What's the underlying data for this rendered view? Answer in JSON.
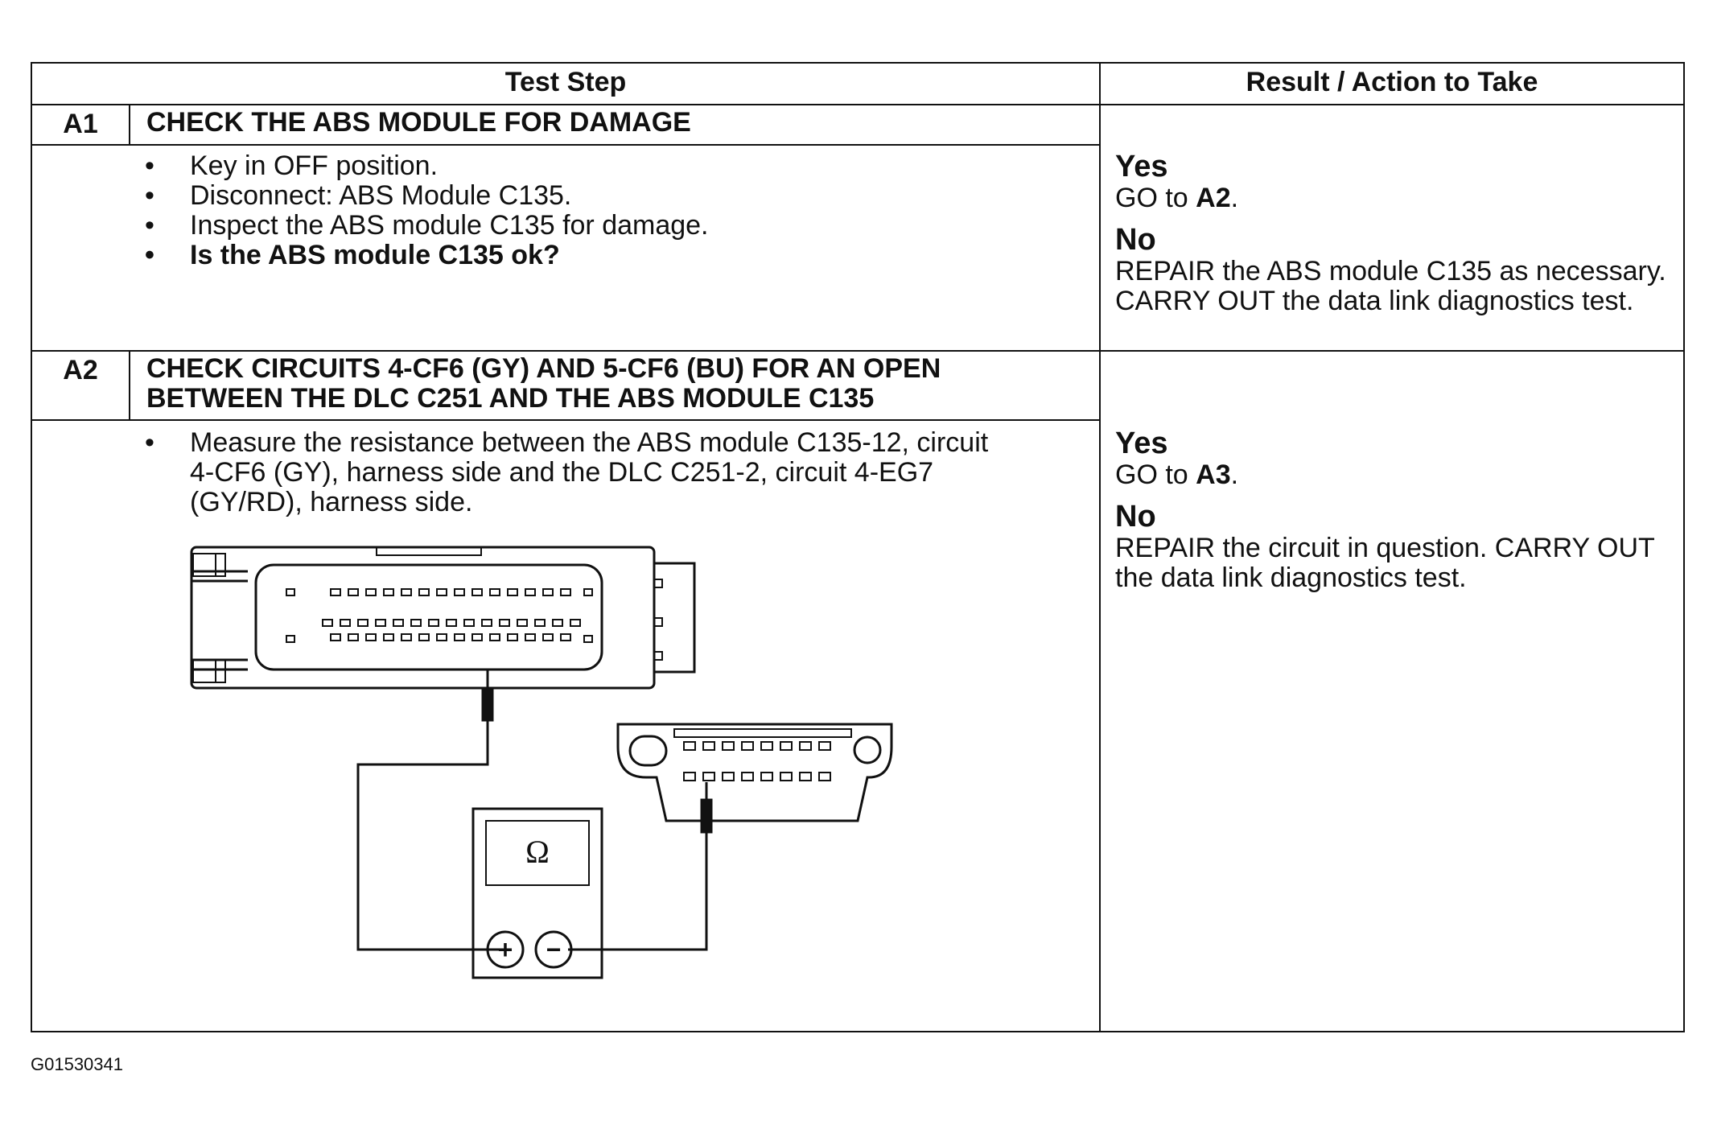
{
  "table": {
    "header": {
      "test_step": "Test Step",
      "result_action": "Result / Action to Take"
    },
    "steps": [
      {
        "id": "A1",
        "title": "CHECK THE ABS MODULE FOR DAMAGE",
        "bullets": [
          "Key in OFF position.",
          "Disconnect: ABS Module C135.",
          "Inspect the ABS module C135 for damage.",
          "Is the ABS module C135 ok?"
        ],
        "yes_label": "Yes",
        "yes_prefix": "GO to ",
        "yes_target": "A2",
        "yes_suffix": ".",
        "no_label": "No",
        "no_action": "REPAIR the ABS module C135 as necessary. CARRY OUT the data link diagnostics test."
      },
      {
        "id": "A2",
        "title": "CHECK CIRCUITS 4-CF6 (GY) AND 5-CF6 (BU) FOR AN OPEN BETWEEN THE DLC C251 AND THE ABS MODULE C135",
        "bullets": [
          "Measure the resistance between the ABS module C135-12, circuit 4-CF6 (GY), harness side and the DLC C251-2, circuit 4-EG7 (GY/RD), harness side."
        ],
        "yes_label": "Yes",
        "yes_prefix": "GO to ",
        "yes_target": "A3",
        "yes_suffix": ".",
        "no_label": "No",
        "no_action": "REPAIR the circuit in question. CARRY OUT the data link diagnostics test."
      }
    ]
  },
  "diagram": {
    "meter_symbol": "Ω",
    "plus_symbol": "+",
    "minus_symbol": "−"
  },
  "figure_code": "G01530341"
}
